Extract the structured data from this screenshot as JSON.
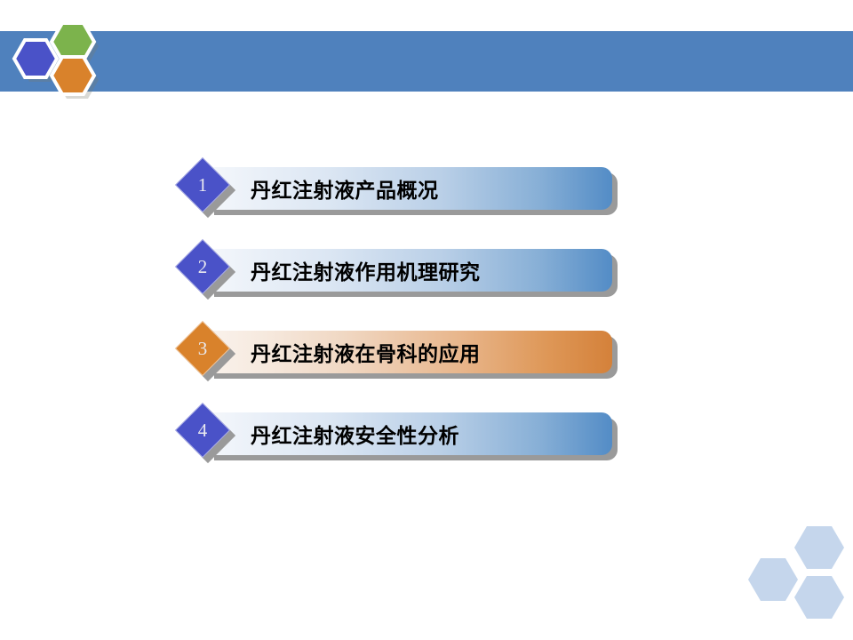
{
  "slide": {
    "background_color": "#FFFFFF",
    "header": {
      "band_color": "#4F81BD",
      "logo": {
        "name": "hexagon-logo",
        "hexagons": [
          {
            "name": "blue-hexagon",
            "color": "#4A52C8"
          },
          {
            "name": "green-hexagon",
            "color": "#7CB34C"
          },
          {
            "name": "orange-hexagon",
            "color": "#D9822B"
          }
        ]
      }
    },
    "agenda": {
      "items": [
        {
          "number": "1",
          "label": "丹红注射液产品概况",
          "accent": "#4A52C8",
          "theme": "blue"
        },
        {
          "number": "2",
          "label": "丹红注射液作用机理研究",
          "accent": "#4A52C8",
          "theme": "blue"
        },
        {
          "number": "3",
          "label": "丹红注射液在骨科的应用",
          "accent": "#D9822B",
          "theme": "orange"
        },
        {
          "number": "4",
          "label": "丹红注射液安全性分析",
          "accent": "#4A52C8",
          "theme": "blue"
        }
      ]
    },
    "decoration": {
      "name": "corner-hexagons",
      "color": "#C5D6EC"
    }
  }
}
